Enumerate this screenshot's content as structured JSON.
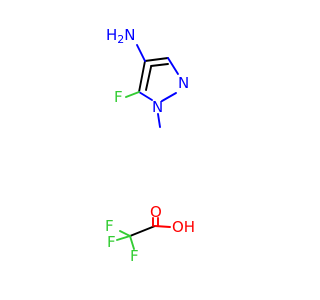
{
  "molecules": [
    {
      "atoms": [
        {
          "id": "amine",
          "text": "H2N"
        },
        {
          "id": "n1",
          "text": "N"
        },
        {
          "id": "n2",
          "text": "N"
        },
        {
          "id": "f5",
          "text": "F"
        }
      ]
    },
    {
      "atoms": [
        {
          "id": "o_carbonyl",
          "text": "O"
        },
        {
          "id": "oh",
          "text": "OH"
        },
        {
          "id": "f1",
          "text": "F"
        },
        {
          "id": "f2",
          "text": "F"
        },
        {
          "id": "f3",
          "text": "F"
        }
      ]
    }
  ],
  "colors": {
    "carbon": "#000000",
    "nitrogen": "#0000ff",
    "oxygen": "#ff0000",
    "fluorine": "#33cc33"
  }
}
